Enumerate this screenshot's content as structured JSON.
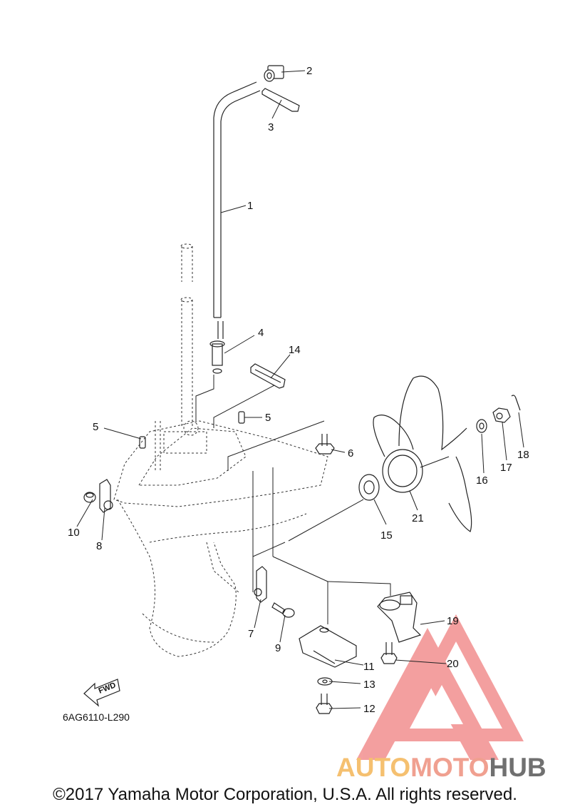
{
  "diagram_code": "6AG6110-L290",
  "fwd_label": "FWD",
  "copyright": "©2017 Yamaha Motor Corporation, U.S.A. All rights reserved.",
  "watermark": {
    "part1": "AUTO",
    "part2": "MOTO",
    "part3": "HUB",
    "colors": {
      "auto": "#f5c070",
      "moto": "#f0a090",
      "hub": "#707070",
      "logo": "#f07070"
    }
  },
  "callouts": [
    {
      "num": "1"
    },
    {
      "num": "2"
    },
    {
      "num": "3"
    },
    {
      "num": "4"
    },
    {
      "num": "5"
    },
    {
      "num": "5"
    },
    {
      "num": "6"
    },
    {
      "num": "7"
    },
    {
      "num": "8"
    },
    {
      "num": "9"
    },
    {
      "num": "10"
    },
    {
      "num": "11"
    },
    {
      "num": "12"
    },
    {
      "num": "13"
    },
    {
      "num": "14"
    },
    {
      "num": "15"
    },
    {
      "num": "16"
    },
    {
      "num": "17"
    },
    {
      "num": "18"
    },
    {
      "num": "19"
    },
    {
      "num": "20"
    },
    {
      "num": "21"
    }
  ]
}
